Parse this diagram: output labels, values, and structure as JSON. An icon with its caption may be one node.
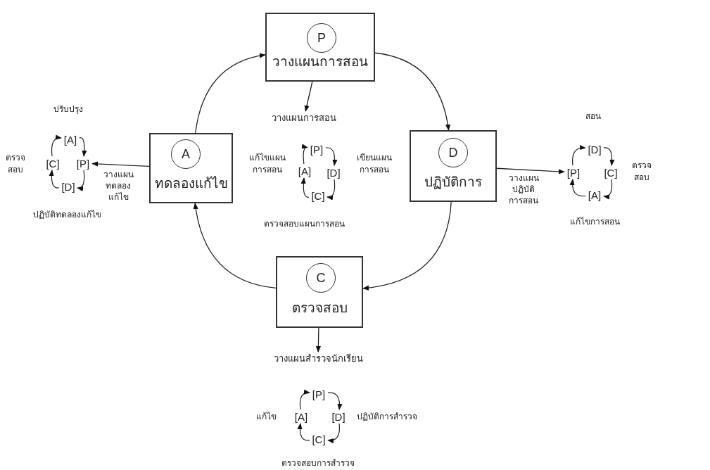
{
  "diagram": {
    "nodes": [
      {
        "text": [
          "วางแผนการสอน"
        ]
      },
      {
        "text": [
          "P"
        ],
        "in": 0
      },
      {
        "text": [
          "ปฏิบัติการ"
        ]
      },
      {
        "text": [
          "D"
        ],
        "in": 2
      },
      {
        "text": [
          "ตรวจสอบ"
        ]
      },
      {
        "text": [
          "C"
        ],
        "in": 4
      },
      {
        "text": [
          "ทดลองแก้ไข"
        ]
      },
      {
        "text": [
          "A"
        ],
        "in": 6
      },
      {
        "text": [
          "วางแผนการสอน"
        ]
      },
      {
        "text": [
          "วางแผนสำรวจนักเรียน"
        ]
      },
      {
        "text": [
          "[A]"
        ]
      },
      {
        "text": [
          "[P]"
        ]
      },
      {
        "text": [
          "[D]"
        ]
      },
      {
        "text": [
          "[C]"
        ]
      },
      {
        "text": [
          "[P]"
        ]
      },
      {
        "text": [
          "[D]"
        ]
      },
      {
        "text": [
          "[C]"
        ]
      },
      {
        "text": [
          "[A]"
        ]
      },
      {
        "text": [
          "[D]"
        ]
      },
      {
        "text": [
          "[C]"
        ]
      },
      {
        "text": [
          "[A]"
        ]
      },
      {
        "text": [
          "[P]"
        ]
      },
      {
        "text": [
          "[P]"
        ]
      },
      {
        "text": [
          "[D]"
        ]
      },
      {
        "text": [
          "[C]"
        ]
      },
      {
        "text": [
          "[A]"
        ]
      }
    ],
    "edges": [
      {
        "from": 6,
        "to": 0,
        "arrow": "to"
      },
      {
        "from": 0,
        "to": 2,
        "arrow": "to"
      },
      {
        "from": 2,
        "to": 4,
        "arrow": "to"
      },
      {
        "from": 4,
        "to": 6,
        "arrow": "to"
      },
      {
        "from": 0,
        "to": 8,
        "arrow": "to"
      },
      {
        "from": 4,
        "to": 9,
        "arrow": "to"
      },
      {
        "from": 2,
        "to": 21,
        "arrow": "to",
        "label": "วางแผน ปฏิบัติ การสอน"
      },
      {
        "from": 6,
        "to": 11,
        "arrow": "to",
        "label": "วางแผน ทดลอง แก้ไข"
      },
      {
        "from": 10,
        "to": 11,
        "arrow": "to"
      },
      {
        "from": 11,
        "to": 12,
        "arrow": "to"
      },
      {
        "from": 12,
        "to": 13,
        "arrow": "to"
      },
      {
        "from": 13,
        "to": 10,
        "arrow": "to"
      },
      {
        "from": 14,
        "to": 15,
        "arrow": "to"
      },
      {
        "from": 15,
        "to": 16,
        "arrow": "to"
      },
      {
        "from": 16,
        "to": 17,
        "arrow": "to"
      },
      {
        "from": 17,
        "to": 14,
        "arrow": "to"
      },
      {
        "from": 18,
        "to": 19,
        "arrow": "to"
      },
      {
        "from": 19,
        "to": 20,
        "arrow": "to"
      },
      {
        "from": 20,
        "to": 21,
        "arrow": "to"
      },
      {
        "from": 21,
        "to": 18,
        "arrow": "to"
      },
      {
        "from": 22,
        "to": 23,
        "arrow": "to"
      },
      {
        "from": 23,
        "to": 24,
        "arrow": "to"
      },
      {
        "from": 24,
        "to": 25,
        "arrow": "to"
      },
      {
        "from": 25,
        "to": 22,
        "arrow": "to"
      }
    ],
    "labels": [
      "ปรับปรุง",
      "ตรวจ สอบ",
      "ปฏิบัติทดลองแก้ไข",
      "แก้ไขแผน การสอน",
      "เขียนแผน การสอน",
      "ตรวจสอบแผนการสอน",
      "สอน",
      "ตรวจ สอบ",
      "แก้ไขการสอน",
      "แก้ไข",
      "ปฏิบัติการสำรวจ",
      "ตรวจสอบการสำรวจ"
    ]
  }
}
